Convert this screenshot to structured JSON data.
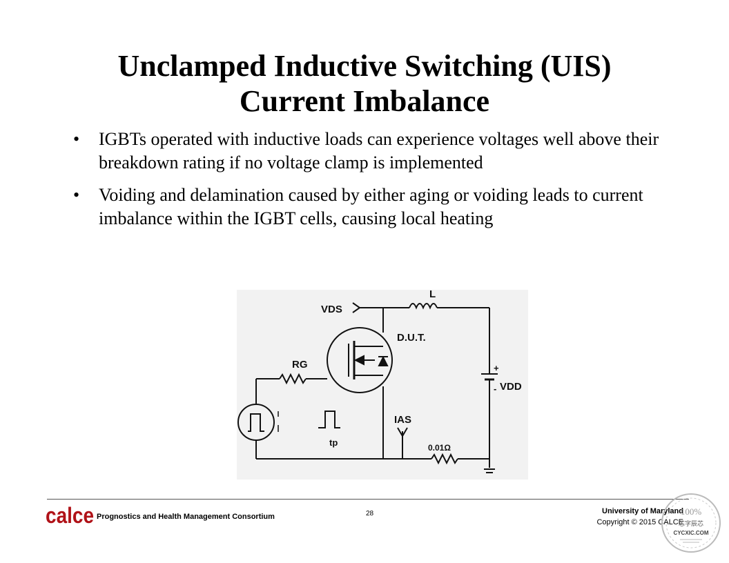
{
  "slide": {
    "title_line1": "Unclamped Inductive Switching (UIS)",
    "title_line2": "Current Imbalance",
    "bullets": [
      "IGBTs operated with inductive loads can experience voltages well above their breakdown rating if no voltage clamp is implemented",
      "Voiding and delamination caused by either aging or voiding leads to current imbalance within the IGBT cells, causing local heating"
    ]
  },
  "circuit": {
    "label_vds": "VDS",
    "label_l": "L",
    "label_dut": "D.U.T.",
    "label_rg": "RG",
    "label_vdd": "VDD",
    "label_ias": "IAS",
    "label_tp": "tp",
    "label_resistor": "0.01Ω",
    "label_plus": "+",
    "label_minus": "-"
  },
  "footer": {
    "logo": "calce",
    "consortium": "Prognostics and Health Management Consortium",
    "page_number": "28",
    "university": "University of Maryland",
    "copyright": "Copyright © 2015 CALCE"
  },
  "watermark": {
    "text_top": "100%",
    "text_mid": "芯字辰芯",
    "text_bottom": "CYCXIC.COM"
  },
  "colors": {
    "logo": "#b01218"
  }
}
